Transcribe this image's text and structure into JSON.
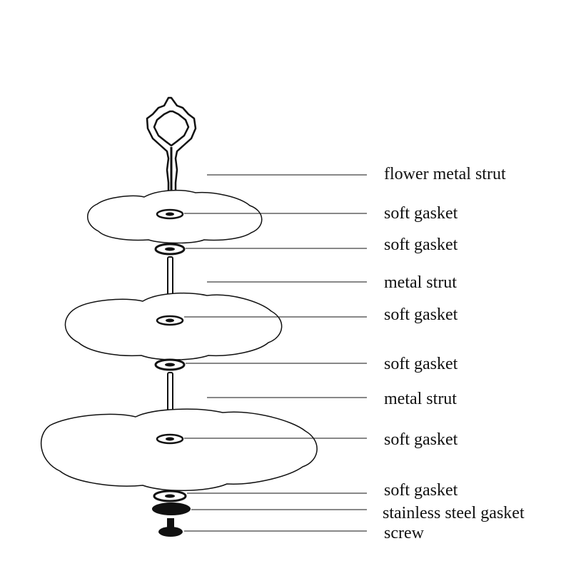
{
  "diagram": {
    "labels": [
      "flower metal strut",
      "soft gasket",
      "soft gasket",
      "metal strut",
      "soft gasket",
      "soft gasket",
      "metal strut",
      "soft gasket",
      "soft gasket",
      "stainless steel gasket",
      "screw"
    ]
  },
  "colors": {
    "line": "#111111",
    "plate": "#ffffff",
    "metal": "#111111"
  }
}
